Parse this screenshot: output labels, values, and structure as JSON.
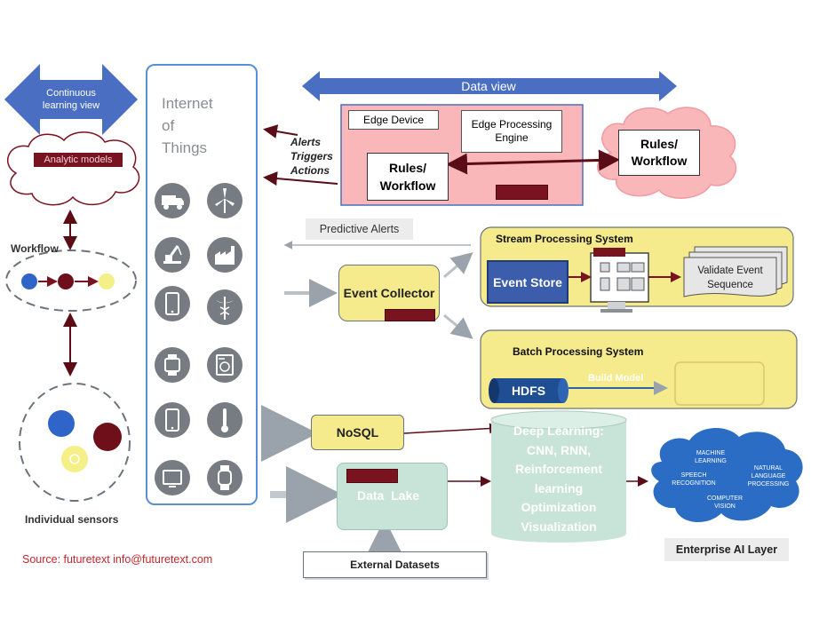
{
  "left_view": {
    "arrow_label": "Continuous learning view"
  },
  "analytic": {
    "label": "Analytic models"
  },
  "workflow": {
    "label": "Workflow"
  },
  "sensors": {
    "label": "Individual sensors"
  },
  "source": {
    "text": "Source: futuretext  info@futuretext.com"
  },
  "iot": {
    "title_line1": "Internet",
    "title_line2": "of",
    "title_line3": "Things",
    "icons": [
      "truck-icon",
      "wind-turbine-icon",
      "crane-icon",
      "factory-icon",
      "phone-icon",
      "caduceus-icon",
      "smartwatch-icon",
      "washing-machine-icon",
      "phone-icon",
      "thermometer-icon",
      "tv-icon",
      "watch-icon"
    ]
  },
  "data_view": {
    "label": "Data view"
  },
  "edge": {
    "device": "Edge Device",
    "engine": "Edge Processing Engine",
    "rules": "Rules/ Workflow"
  },
  "alerts": {
    "line1": "Alerts",
    "line2": "Triggers",
    "line3": "Actions"
  },
  "cloud_rules": {
    "label": "Rules/ Workflow"
  },
  "predictive": {
    "label": "Predictive Alerts"
  },
  "stream": {
    "title": "Stream Processing System",
    "event_store": "Event Store",
    "validate": "Validate Event Sequence"
  },
  "event_collector": {
    "label": "Event Collector"
  },
  "batch": {
    "title": "Batch Processing System",
    "hdfs": "HDFS",
    "build_model": "Build Model"
  },
  "nosql": {
    "label": "NoSQL"
  },
  "data_lake": {
    "label": "Data  Lake"
  },
  "external": {
    "label": "External Datasets"
  },
  "deep": {
    "line1": "Deep Learning:",
    "line2": "CNN, RNN,",
    "line3": "Reinforcement",
    "line4": "learning",
    "line5": "Optimization",
    "line6": "Visualization"
  },
  "ai_cloud": {
    "ml": "MACHINE LEARNING",
    "nlp": "NATURAL LANGUAGE PROCESSING",
    "speech": "SPEECH RECOGNITION",
    "vision": "COMPUTER VISION"
  },
  "enterprise": {
    "label": "Enterprise AI Layer"
  },
  "colors": {
    "blue_arrow": "#4a6fc2",
    "edge_pink": "#f9b7b9",
    "yellow": "#f5ea8c",
    "dark_red": "#7a1320",
    "iot_border": "#5a8fd6",
    "ai_blue": "#2b6cc4"
  }
}
